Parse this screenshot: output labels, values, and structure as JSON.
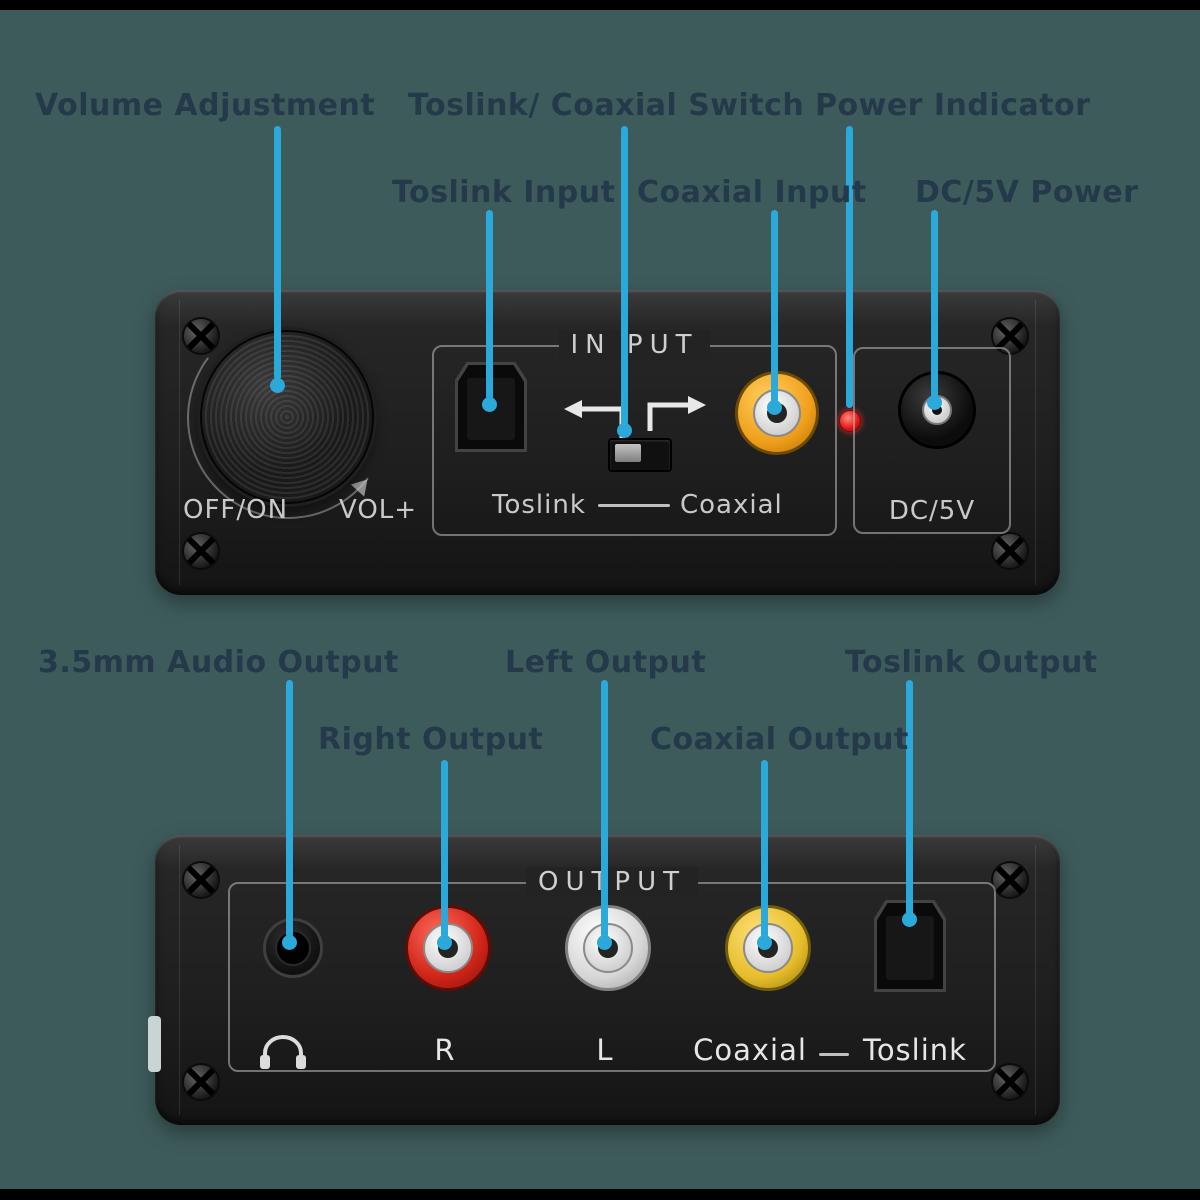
{
  "colors": {
    "background": "#3e5b5b",
    "accent_callout": "#2aa9da",
    "label_text": "#24394a",
    "led_red": "#e01515",
    "coaxial_input_ring": "#ef9f1b",
    "rca_red": "#cf2418",
    "rca_white": "#dcdcdc",
    "rca_yellow": "#e6bd2a"
  },
  "front_panel": {
    "callouts": {
      "volume_adjustment": "Volume Adjustment",
      "toslink_coaxial_switch": "Toslink/ Coaxial Switch",
      "power_indicator": "Power Indicator",
      "toslink_input": "Toslink Input",
      "coaxial_input": "Coaxial Input",
      "dc_power": "DC/5V Power"
    },
    "labels": {
      "input": "IN PUT",
      "off_on": "OFF/ON",
      "vol_plus": "VOL+",
      "toslink": "Toslink",
      "coaxial": "Coaxial",
      "dc_5v": "DC/5V"
    }
  },
  "rear_panel": {
    "callouts": {
      "audio_output_3_5mm": "3.5mm Audio Output",
      "right_output": "Right Output",
      "left_output": "Left Output",
      "coaxial_output": "Coaxial Output",
      "toslink_output": "Toslink Output"
    },
    "labels": {
      "output": "OUTPUT",
      "right": "R",
      "left": "L",
      "coaxial": "Coaxial",
      "toslink": "Toslink"
    }
  }
}
